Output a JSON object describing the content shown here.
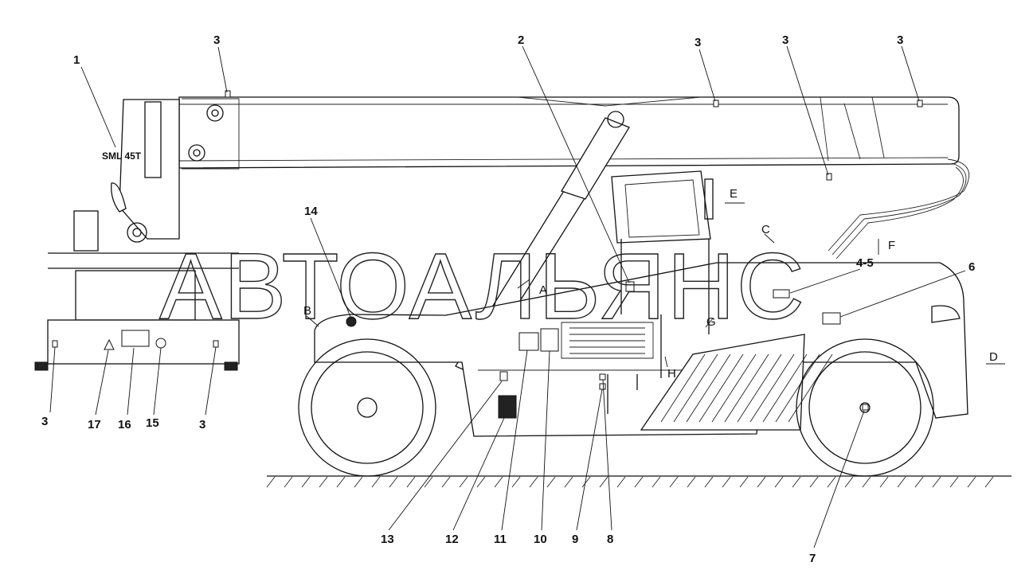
{
  "watermark": "АВТОАЛЬЯНС",
  "boom_plate": "SML 45T",
  "callouts": {
    "c1": "1",
    "c2": "2",
    "c3a": "3",
    "c3b": "3",
    "c3c": "3",
    "c3d": "3",
    "c3e": "3",
    "c3f": "3",
    "c45": "4-5",
    "c6": "6",
    "c7": "7",
    "c8": "8",
    "c9": "9",
    "c10": "10",
    "c11": "11",
    "c12": "12",
    "c13": "13",
    "c14": "14",
    "c15": "15",
    "c16": "16",
    "c17": "17"
  },
  "zones": {
    "a": "A",
    "b": "B",
    "c": "C",
    "d": "D",
    "e": "E",
    "f": "F",
    "g": "G",
    "h": "H"
  }
}
